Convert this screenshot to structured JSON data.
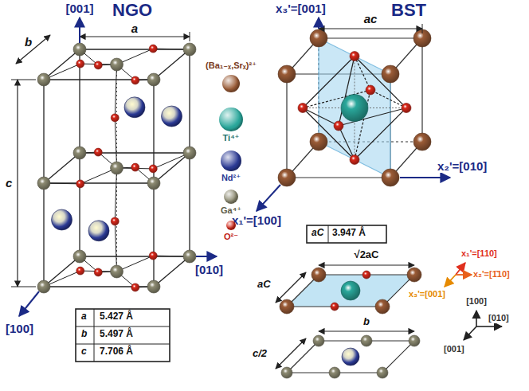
{
  "diagram": {
    "labels": [
      "[001]",
      "NGO",
      "a",
      "b",
      "c",
      "[010]",
      "[100]",
      "a",
      "5.427 Å",
      "b",
      "5.497 Å",
      "c",
      "7.706 Å",
      "x₃'=[001]",
      "BST",
      "ac",
      "x₂'=[010]",
      "x₁'=[100]",
      "aC",
      "3.947 Å",
      "√2aC",
      "aC",
      "b",
      "c/2",
      "x₁'=[110]",
      "x₂'=[1̄10]",
      "x₃'=[001]",
      "[100]",
      "[010]",
      "[001]"
    ],
    "legend": [
      {
        "text": "(Ba₁₋ₓ,Srₓ)²⁺",
        "color": "#9a5b36"
      },
      {
        "text": "Ti⁴⁺",
        "color": "#2aa79b"
      },
      {
        "text": "Nd²⁺",
        "color": "#2b3a94"
      },
      {
        "text": "Ga⁴⁺",
        "color": "#8d8b72"
      },
      {
        "text": "O²⁻",
        "color": "#d8281a"
      }
    ]
  }
}
